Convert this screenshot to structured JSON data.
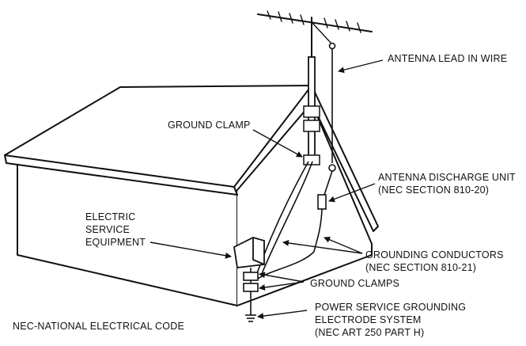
{
  "labels": {
    "antenna_lead_in_wire": "ANTENNA LEAD IN WIRE",
    "ground_clamp": "GROUND CLAMP",
    "antenna_discharge_unit": [
      "ANTENNA DISCHARGE UNIT",
      "(NEC SECTION 810-20)"
    ],
    "electric_service_equipment": [
      "ELECTRIC",
      "SERVICE",
      "EQUIPMENT"
    ],
    "grounding_conductors": [
      "GROUNDING CONDUCTORS",
      "(NEC SECTION 810-21)"
    ],
    "ground_clamps": "GROUND CLAMPS",
    "power_service_grounding": [
      "POWER SERVICE GROUNDING",
      "ELECTRODE SYSTEM",
      "(NEC ART 250 PART H)"
    ],
    "nec_legend": "NEC-NATIONAL ELECTRICAL CODE"
  }
}
